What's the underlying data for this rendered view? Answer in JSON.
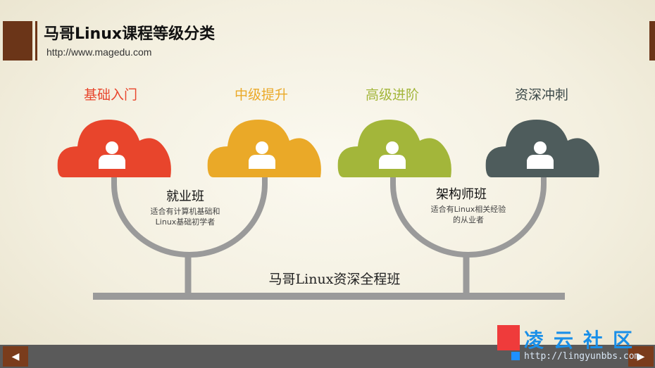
{
  "header": {
    "title": "马哥Linux课程等级分类",
    "url": "http://www.magedu.com"
  },
  "stages": [
    {
      "label": "基础入门",
      "color": "#e8452c",
      "icon": "person-icon"
    },
    {
      "label": "中级提升",
      "color": "#eaa928",
      "icon": "person-icon"
    },
    {
      "label": "高级进阶",
      "color": "#a3b63a",
      "icon": "person-icon"
    },
    {
      "label": "资深冲刺",
      "color": "#4e5c5c",
      "icon": "person-icon"
    }
  ],
  "classes": [
    {
      "name": "就业班",
      "desc_line1": "适合有计算机基础和",
      "desc_line2": "Linux基础初学者"
    },
    {
      "name": "架构师班",
      "desc_line1": "适合有Linux相关经验",
      "desc_line2": "的从业者"
    }
  ],
  "main_class": "马哥Linux资深全程班",
  "nav": {
    "prev": "◀",
    "next": "▶"
  },
  "watermark": {
    "text": "凌云社区",
    "url": "http://lingyunbbs.com"
  },
  "colors": {
    "brown": "#6b3518",
    "connector": "#9a9a9a",
    "bottom_bar": "#5a5a5a"
  }
}
